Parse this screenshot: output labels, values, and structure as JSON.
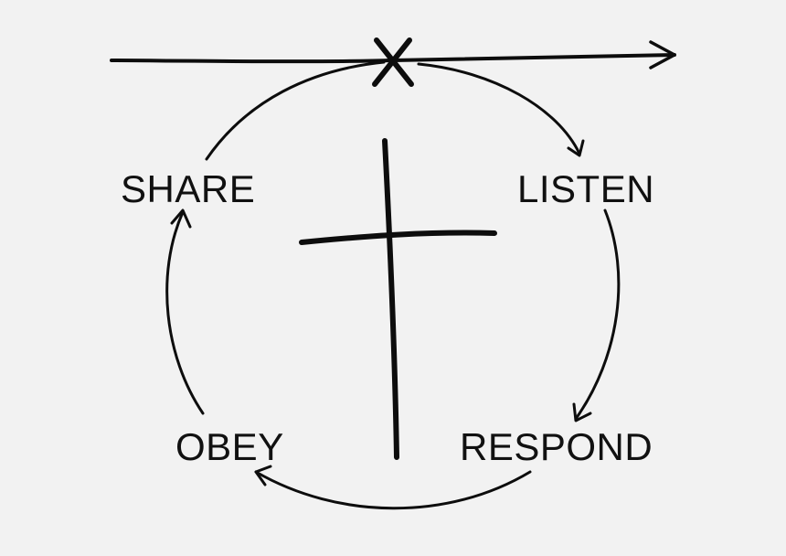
{
  "cycle": {
    "steps": [
      {
        "label": "SHARE"
      },
      {
        "label": "LISTEN"
      },
      {
        "label": "RESPOND"
      },
      {
        "label": "OBEY"
      }
    ],
    "crossing_mark": "X",
    "center_symbol": "cross-icon",
    "timeline_symbol": "arrow-right-icon"
  },
  "colors": {
    "background": "#f2f2f2",
    "ink": "#0d0d0d"
  }
}
